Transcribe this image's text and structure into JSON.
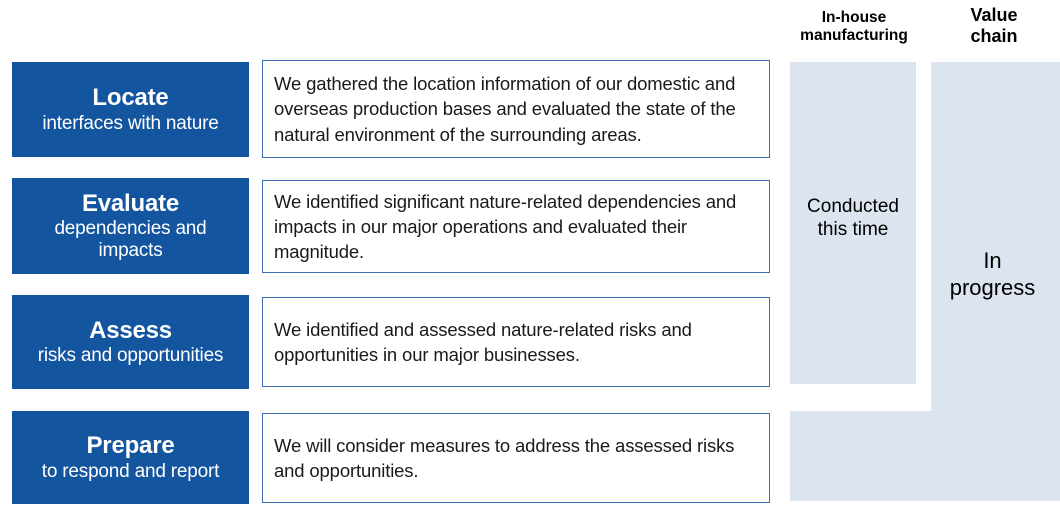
{
  "columns": {
    "in_house": {
      "header": "In-house\nmanufacturing",
      "status": "Conducted\nthis time"
    },
    "value_chain": {
      "header": "Value\nchain",
      "status": "In\nprogress"
    }
  },
  "colors": {
    "step_blue": "#14559f",
    "band_light_blue": "#dce4f0",
    "desc_border": "#3f6faf",
    "text_dark": "#1a1a1a",
    "text_white": "#ffffff"
  },
  "steps": [
    {
      "title": "Locate",
      "subtitle": "interfaces with nature",
      "description": "We gathered the location information of our domestic and overseas production bases and evaluated the state of the natural environment of the surrounding areas."
    },
    {
      "title": "Evaluate",
      "subtitle": "dependencies and\nimpacts",
      "description": "We identified significant nature-related dependencies and impacts in our major operations and evaluated their magnitude."
    },
    {
      "title": "Assess",
      "subtitle": "risks and opportunities",
      "description": "We identified and assessed nature-related risks and opportunities in our major businesses."
    },
    {
      "title": "Prepare",
      "subtitle": "to respond and report",
      "description": "We will consider measures to address the assessed risks and opportunities."
    }
  ]
}
